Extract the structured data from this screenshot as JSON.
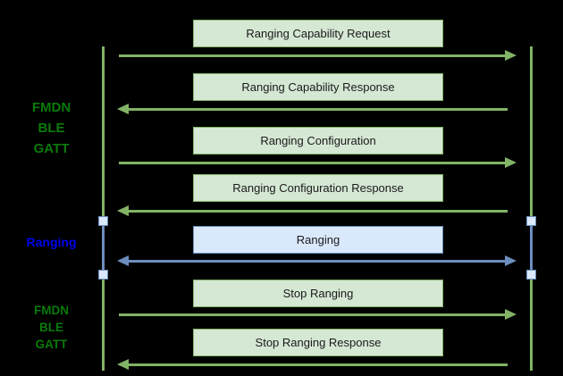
{
  "diagram": {
    "type": "sequence-diagram",
    "background": "#000000",
    "colors": {
      "green_stroke": "#82b366",
      "green_fill": "#d5e8d4",
      "blue_stroke": "#6c8ebf",
      "blue_fill": "#dae8fc",
      "side_label_green": "#0a7a0a",
      "side_label_blue": "#0000ee",
      "box_text": "#1a1a1a"
    },
    "side_labels": [
      {
        "text": "FMDN\nBLE\nGATT",
        "color": "green"
      },
      {
        "text": "Ranging",
        "color": "blue"
      },
      {
        "text": "FMDN\nBLE\nGATT",
        "color": "green"
      }
    ],
    "messages": [
      {
        "label": "Ranging Capability Request",
        "direction": "right",
        "theme": "green"
      },
      {
        "label": "Ranging Capability Response",
        "direction": "left",
        "theme": "green"
      },
      {
        "label": "Ranging Configuration",
        "direction": "right",
        "theme": "green"
      },
      {
        "label": "Ranging Configuration Response",
        "direction": "left",
        "theme": "green"
      },
      {
        "label": "Ranging",
        "direction": "both",
        "theme": "blue"
      },
      {
        "label": "Stop Ranging",
        "direction": "right",
        "theme": "green"
      },
      {
        "label": "Stop Ranging Response",
        "direction": "left",
        "theme": "green"
      }
    ]
  }
}
